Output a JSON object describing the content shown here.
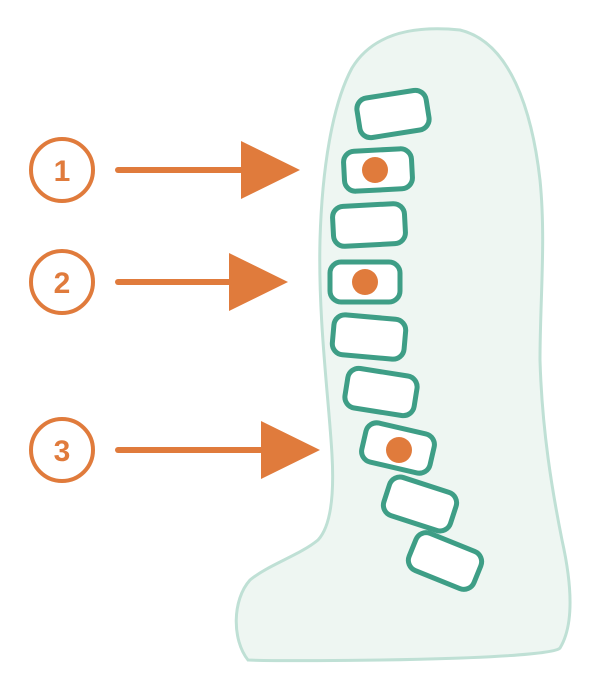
{
  "colors": {
    "accent": "#E07B3C",
    "body_fill": "#EEF6F2",
    "body_stroke": "#BFE0D5",
    "vertebra_stroke": "#3E9E86",
    "vertebra_fill": "#FFFFFF",
    "background": "#FFFFFF"
  },
  "markers": [
    {
      "label": "1"
    },
    {
      "label": "2"
    },
    {
      "label": "3"
    }
  ]
}
